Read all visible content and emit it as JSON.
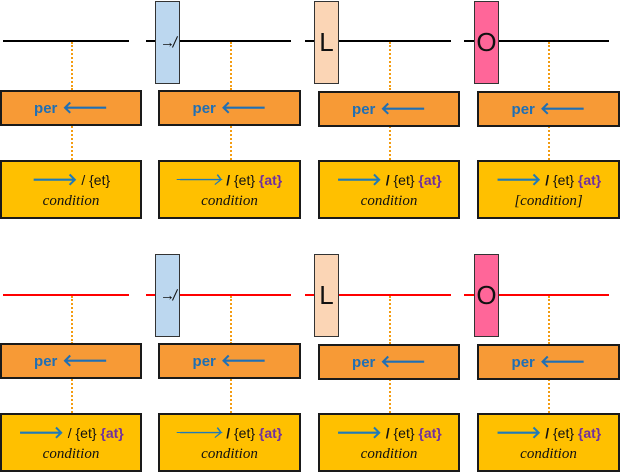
{
  "colors": {
    "top_line": "#000000",
    "bottom_line": "#ff0000",
    "per_fill": "#f79a36",
    "result_fill": "#ffc000",
    "arrow": "#1f7ab8",
    "at_color": "#7030a0"
  },
  "tags": {
    "blocked": "↛",
    "L": "L",
    "O": "O"
  },
  "per": {
    "label": "per",
    "arrow": "🡐"
  },
  "results": {
    "arrow": "🡒",
    "slash": "/",
    "et": "{et}",
    "at": "{at}",
    "condition": "condition",
    "condition_bracketed": "[condition]"
  }
}
